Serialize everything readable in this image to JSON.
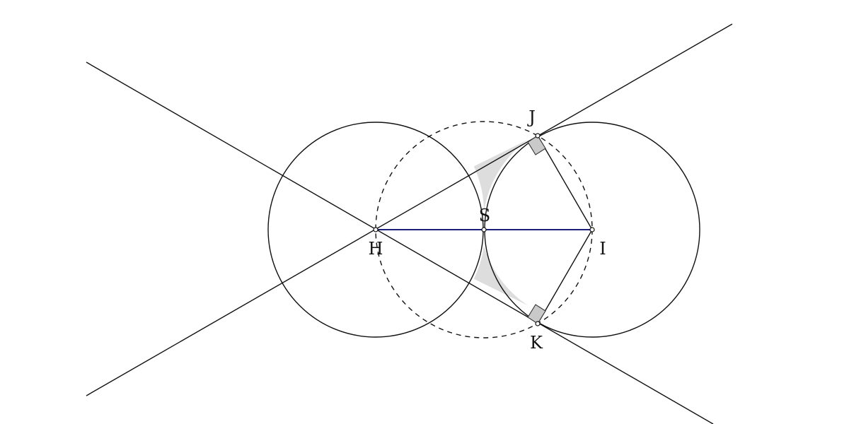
{
  "figure": {
    "colors": {
      "stroke": "#111111",
      "shade": "#dddddd",
      "right_angle": "#c9c9c9",
      "segment_HI": "#1b1f7a",
      "background": "#ffffff"
    },
    "labels": {
      "H": "H",
      "I": "I",
      "J": "J",
      "K": "K",
      "S": "S"
    }
  }
}
